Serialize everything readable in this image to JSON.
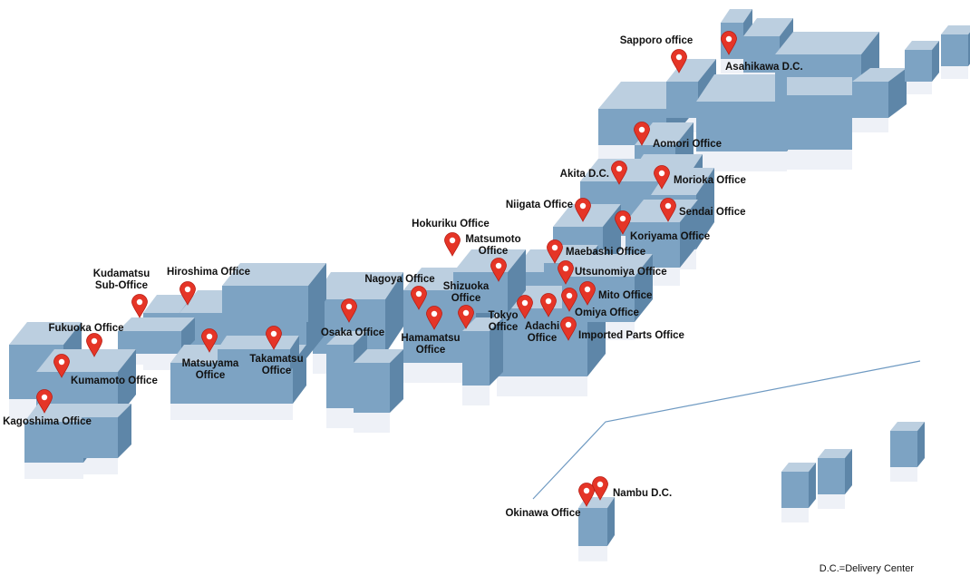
{
  "colors": {
    "block_top": "#bccfe0",
    "block_front": "#7da3c3",
    "block_side": "#5e86a8",
    "block_shadow": "#eef1f7",
    "pin": "#e53527",
    "pin_dark": "#b81d14",
    "line": "#6f9ac2"
  },
  "legend": "D.C.=Delivery Center",
  "locations": [
    {
      "key": "sapporo",
      "label": [
        "Sapporo office"
      ]
    },
    {
      "key": "asahikawa",
      "label": [
        "Asahikawa D.C."
      ]
    },
    {
      "key": "aomori",
      "label": [
        "Aomori Office"
      ]
    },
    {
      "key": "akita",
      "label": [
        "Akita D.C."
      ]
    },
    {
      "key": "morioka",
      "label": [
        "Morioka Office"
      ]
    },
    {
      "key": "niigata",
      "label": [
        "Niigata Office"
      ]
    },
    {
      "key": "sendai",
      "label": [
        "Sendai Office"
      ]
    },
    {
      "key": "koriyama",
      "label": [
        "Koriyama Office"
      ]
    },
    {
      "key": "hokuriku",
      "label": [
        "Hokuriku Office"
      ]
    },
    {
      "key": "matsumoto",
      "label": [
        "Matsumoto",
        "Office"
      ]
    },
    {
      "key": "maebashi",
      "label": [
        "Maebashi Office"
      ]
    },
    {
      "key": "utsunomiya",
      "label": [
        "Utsunomiya Office"
      ]
    },
    {
      "key": "nagoya",
      "label": [
        "Nagoya Office"
      ]
    },
    {
      "key": "shizuoka",
      "label": [
        "Shizuoka",
        "Office"
      ]
    },
    {
      "key": "mito",
      "label": [
        "Mito Office"
      ]
    },
    {
      "key": "omiya",
      "label": [
        "Omiya Office"
      ]
    },
    {
      "key": "tokyo",
      "label": [
        "Tokyo",
        "Office"
      ]
    },
    {
      "key": "adachi",
      "label": [
        "Adachi",
        "Office"
      ]
    },
    {
      "key": "imported",
      "label": [
        "Imported Parts Office"
      ]
    },
    {
      "key": "hamamatsu",
      "label": [
        "Hamamatsu",
        "Office"
      ]
    },
    {
      "key": "osaka",
      "label": [
        "Osaka Office"
      ]
    },
    {
      "key": "kudamatsu",
      "label": [
        "Kudamatsu",
        "Sub-Office"
      ]
    },
    {
      "key": "hiroshima",
      "label": [
        "Hiroshima Office"
      ]
    },
    {
      "key": "matsuyama",
      "label": [
        "Matsuyama",
        "Office"
      ]
    },
    {
      "key": "takamatsu",
      "label": [
        "Takamatsu",
        "Office"
      ]
    },
    {
      "key": "fukuoka",
      "label": [
        "Fukuoka Office"
      ]
    },
    {
      "key": "kumamoto",
      "label": [
        "Kumamoto Office"
      ]
    },
    {
      "key": "kagoshima",
      "label": [
        "Kagoshima Office"
      ]
    },
    {
      "key": "nambu",
      "label": [
        "Nambu D.C."
      ]
    },
    {
      "key": "okinawa",
      "label": [
        "Okinawa Office"
      ]
    }
  ]
}
